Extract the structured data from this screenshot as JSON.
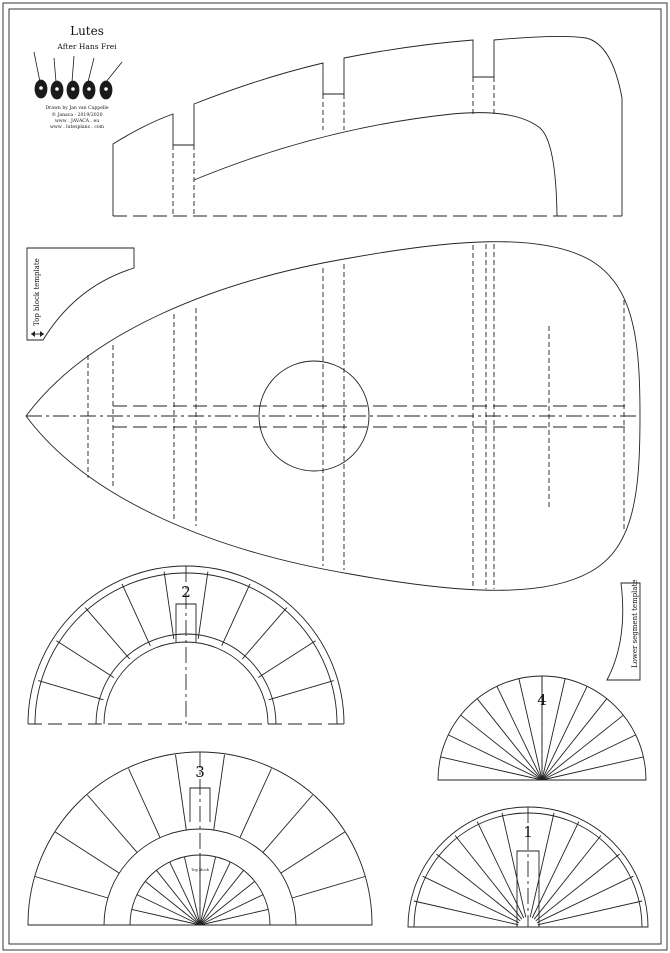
{
  "header": {
    "title": "Lutes",
    "subtitle": "After Hans Frei",
    "credits": [
      "Drawn by Jan van Cappelle",
      "© Janaca - 2019/2020",
      "www . JAVACA . eu",
      "www . lutesplans . com"
    ]
  },
  "templates": {
    "top_block": "Top block template",
    "lower_segment": "Lower segment template"
  },
  "molds": {
    "m1": "1",
    "m2": "2",
    "m3": "3",
    "m4": "4"
  },
  "mini_label": "Top block",
  "icons": [
    "lute-logo-icon",
    "scale-arrow-icon"
  ]
}
